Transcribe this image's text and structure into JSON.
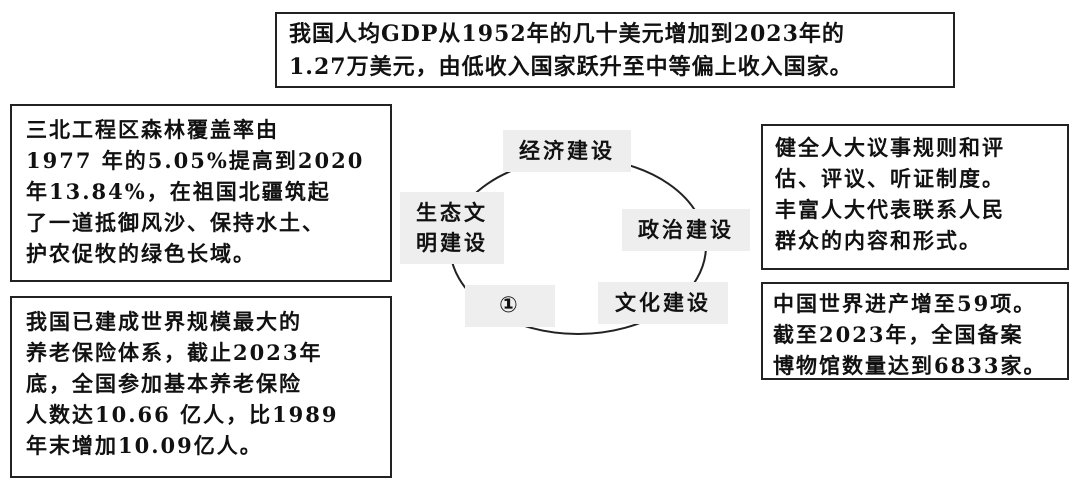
{
  "top_note": {
    "lines": [
      "我国人均GDP从1952年的几十美元增加到2023年的",
      "1.27万美元，由低收入国家跃升至中等偏上收入国家。"
    ]
  },
  "forest_note": {
    "lines": [
      "三北工程区森林覆盖率由",
      "1977 年的5.05%提高到2020",
      "年13.84%，在祖国北疆筑起",
      "了一道抵御风沙、保持水土、",
      "护农促牧的绿色长域。"
    ]
  },
  "pension_note": {
    "lines": [
      "我国已建成世界规模最大的",
      "养老保险体系，截止2023年",
      "底，全国参加基本养老保险",
      "人数达10.66 亿人，比1989",
      "年末增加10.09亿人。"
    ]
  },
  "people_congress_note": {
    "lines": [
      "健全人大议事规则和评",
      "估、评议、听证制度。",
      "丰富人大代表联系人民",
      "群众的内容和形式。"
    ]
  },
  "culture_note": {
    "lines": [
      "中国世界进产增至59项。",
      "截至2023年，全国备案",
      "博物馆数量达到6833家。"
    ]
  },
  "cycle": {
    "economic": "经济建设",
    "ecological_line1": "生态文",
    "ecological_line2": "明建设",
    "political": "政治建设",
    "blank": "①",
    "cultural": "文化建设"
  }
}
